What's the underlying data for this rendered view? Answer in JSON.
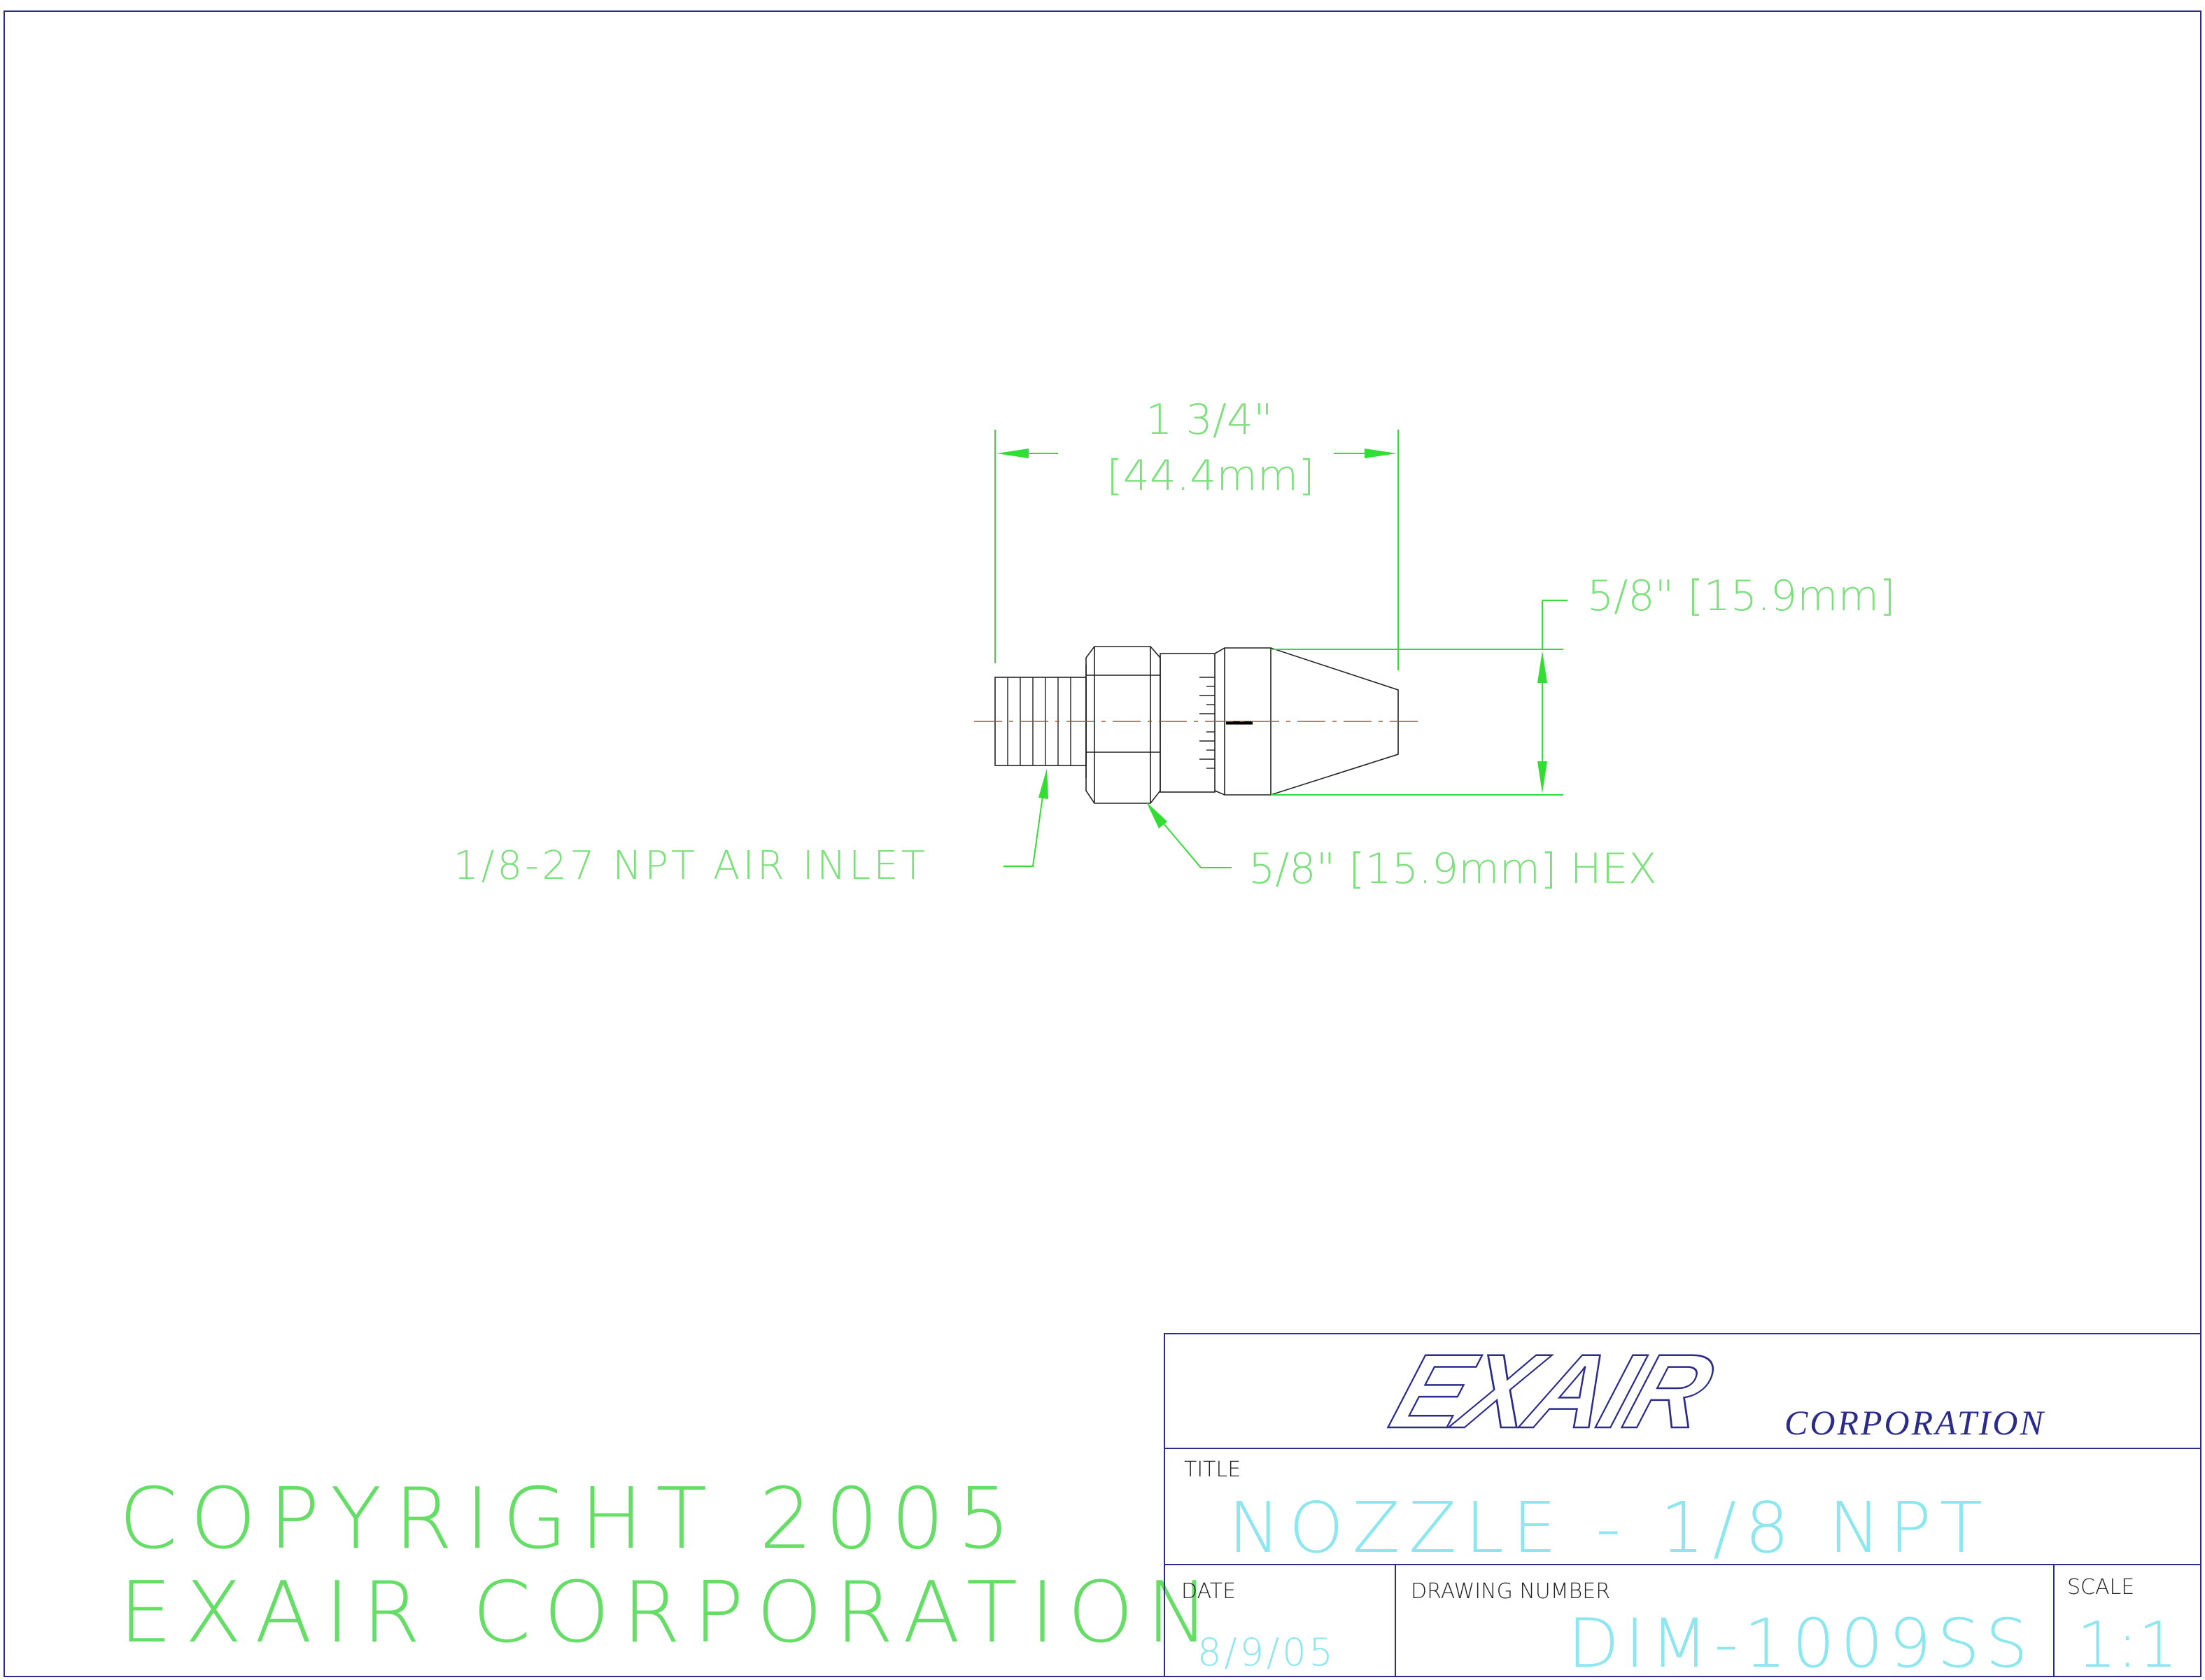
{
  "colors": {
    "border": "#2b2b8c",
    "dimension": "#33dd33",
    "dimension_text": "#7ce07c",
    "title_text": "#8ee6ee",
    "part": "#222222",
    "centerline": "#b05030",
    "brand": "#2b2b8c",
    "copyright": "#66dd66"
  },
  "drawing": {
    "length_dim": {
      "imperial": "1 3/4\"",
      "metric": "[44.4mm]"
    },
    "diameter_dim": "5/8\" [15.9mm]",
    "inlet_label": "1/8-27 NPT AIR INLET",
    "hex_label": "5/8\" [15.9mm] HEX"
  },
  "copyright": {
    "line1": "COPYRIGHT 2005",
    "line2": "EXAIR CORPORATION"
  },
  "title_block": {
    "logo_text": "EXAIR",
    "company_suffix": "CORPORATION",
    "title_label": "TITLE",
    "title_value": "NOZZLE - 1/8 NPT",
    "date_label": "DATE",
    "date_value": "8/9/05",
    "drawing_number_label": "DRAWING NUMBER",
    "drawing_number_value": "DIM-1009SS",
    "scale_label": "SCALE",
    "scale_value": "1:1"
  }
}
